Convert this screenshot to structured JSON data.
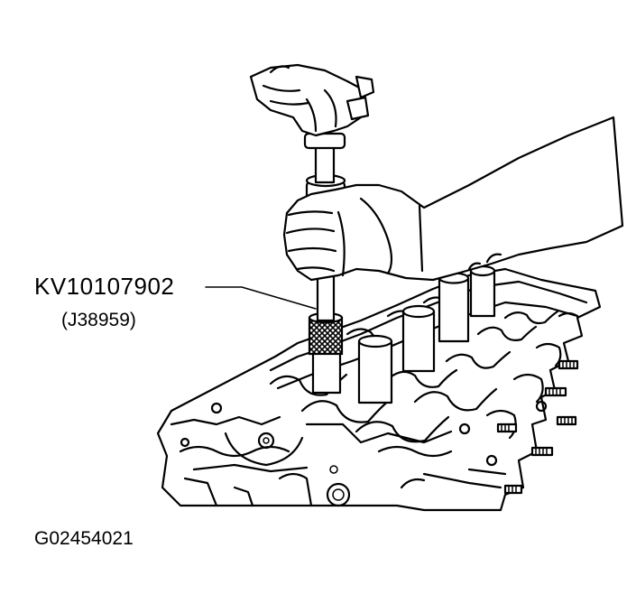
{
  "labels": {
    "tool_number": "KV10107902",
    "tool_alt_number": "(J38959)",
    "figure_id": "G02454021"
  },
  "colors": {
    "ink": "#000000",
    "paper": "#ffffff"
  }
}
